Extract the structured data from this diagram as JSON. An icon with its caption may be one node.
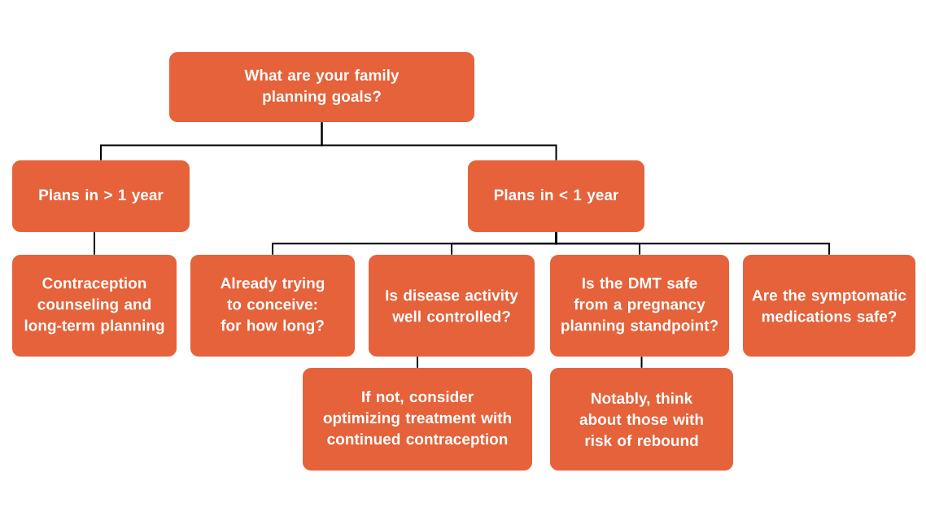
{
  "diagram": {
    "nodes": [
      {
        "text": [
          "What are your family planning goals?"
        ]
      },
      {
        "text": [
          "Plans in > 1 year"
        ]
      },
      {
        "text": [
          "Plans in < 1 year"
        ]
      },
      {
        "text": [
          "Contraception counseling and long-term planning"
        ]
      },
      {
        "text": [
          "Already trying to conceive: for how long?"
        ]
      },
      {
        "text": [
          "Is disease activity well controlled?"
        ]
      },
      {
        "text": [
          "Is the DMT safe from a pregnancy planning standpoint?"
        ]
      },
      {
        "text": [
          "Are the symptomatic medications safe?"
        ]
      },
      {
        "text": [
          "If not, consider optimizing treatment with continued contraception"
        ]
      },
      {
        "text": [
          "Notably, think about those with risk of rebound"
        ]
      }
    ],
    "edges": [
      {
        "from": 0,
        "to": 1,
        "arrow": "none"
      },
      {
        "from": 0,
        "to": 2,
        "arrow": "none"
      },
      {
        "from": 1,
        "to": 3,
        "arrow": "none"
      },
      {
        "from": 2,
        "to": 4,
        "arrow": "none"
      },
      {
        "from": 2,
        "to": 5,
        "arrow": "none"
      },
      {
        "from": 2,
        "to": 6,
        "arrow": "none"
      },
      {
        "from": 2,
        "to": 7,
        "arrow": "none"
      },
      {
        "from": 5,
        "to": 8,
        "arrow": "none"
      },
      {
        "from": 6,
        "to": 9,
        "arrow": "none"
      }
    ]
  }
}
